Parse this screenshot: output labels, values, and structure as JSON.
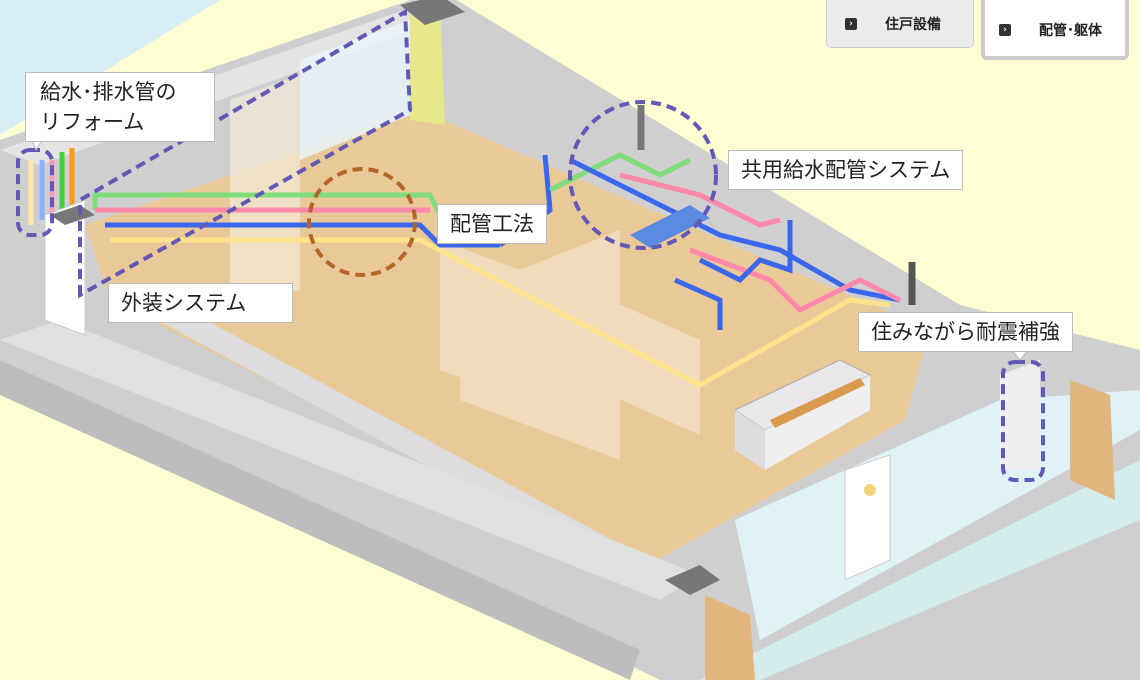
{
  "tabs": [
    {
      "label": "住戸設備",
      "icon": "chevron-right-icon"
    },
    {
      "label": "配管･躯体",
      "icon": "chevron-right-icon",
      "active": true
    }
  ],
  "callouts": {
    "water_pipes_line1": "給水･排水管の",
    "water_pipes_line2": "リフォーム",
    "piping_method": "配管工法",
    "shared_supply": "共用給水配管システム",
    "exterior": "外装システム",
    "seismic": "住みながら耐震補強"
  },
  "colors": {
    "dash_purple": "#6258b5",
    "dash_brown": "#b5652b",
    "floor": "#e9c998",
    "wall": "#cfcfcf",
    "pipe_green": "#80dd7c",
    "pipe_pink": "#ff88ab",
    "pipe_blue": "#3b67ee",
    "pipe_yellow": "#ffe28c"
  }
}
